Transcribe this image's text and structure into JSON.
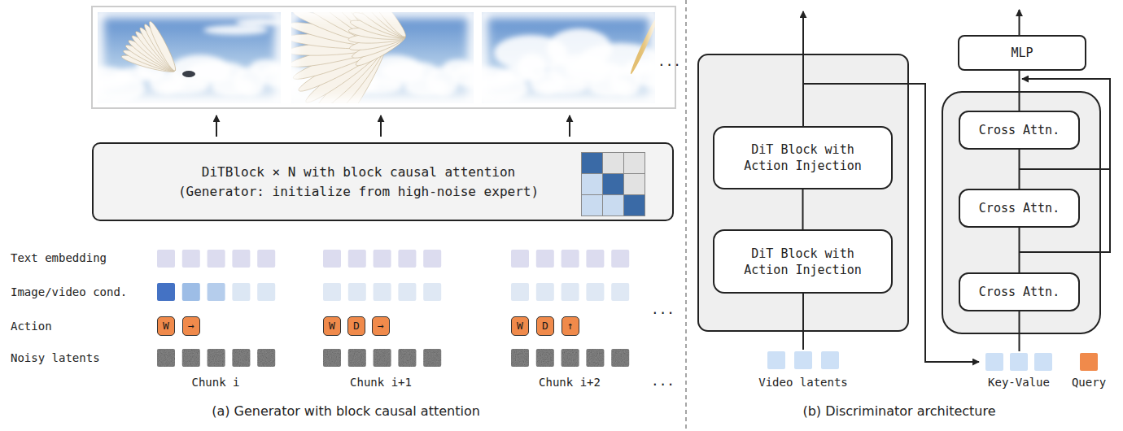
{
  "diagram": {
    "nodes": [
      {
        "text": [
          "DiTBlock × N with block causal attention",
          "(Generator: initialize from high-noise expert)"
        ]
      },
      {
        "text": [
          "W"
        ]
      },
      {
        "text": [
          "→"
        ]
      },
      {
        "text": [
          "W"
        ]
      },
      {
        "text": [
          "D"
        ]
      },
      {
        "text": [
          "→"
        ]
      },
      {
        "text": [
          "W"
        ]
      },
      {
        "text": [
          "D"
        ]
      },
      {
        "text": [
          "↑"
        ]
      },
      {
        "text": [
          "DiT Block with Action Injection"
        ]
      },
      {
        "text": [
          "DiT Block with Action Injection"
        ]
      },
      {
        "text": [
          "MLP"
        ]
      },
      {
        "text": [
          "Cross Attn."
        ]
      },
      {
        "text": [
          "Cross Attn."
        ]
      },
      {
        "text": [
          "Cross Attn."
        ]
      }
    ],
    "edges": [
      {
        "from": 10,
        "to": 9,
        "arrow": "none"
      },
      {
        "from": 14,
        "to": 13,
        "arrow": "none"
      },
      {
        "from": 13,
        "to": 12,
        "arrow": "none"
      },
      {
        "from": 12,
        "to": 11,
        "arrow": "none"
      }
    ],
    "labels": [
      "...",
      "Text embedding",
      "Image/video cond.",
      "Action",
      "Noisy latents",
      "...",
      "Chunk i",
      "Chunk i+1",
      "Chunk i+2",
      "...",
      "(a) Generator with block causal attention",
      "Video latents",
      "Key-Value",
      "Query",
      "(b) Discriminator architecture"
    ]
  }
}
